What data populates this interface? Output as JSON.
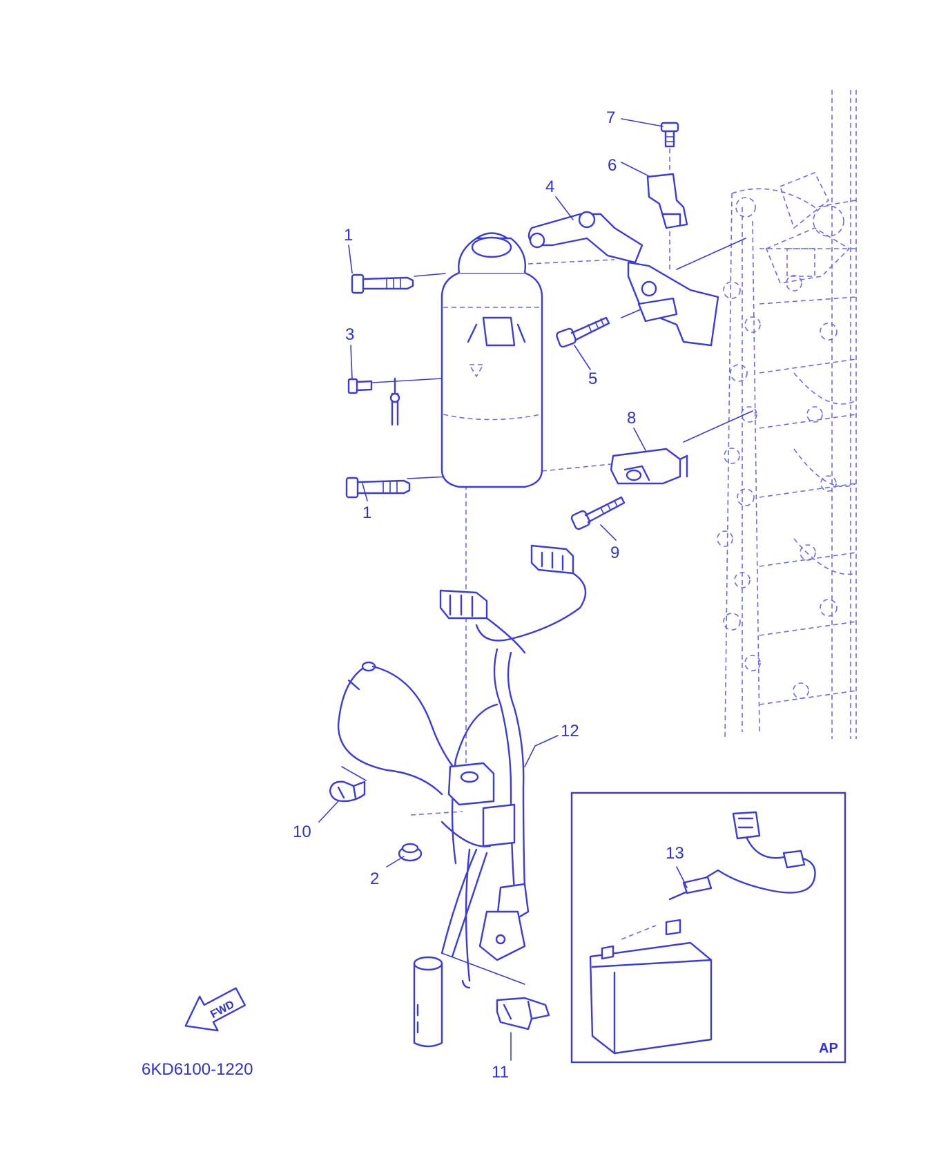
{
  "diagram": {
    "ink_color": "#3a3ae0",
    "callouts": [
      "1",
      "1",
      "2",
      "3",
      "4",
      "5",
      "6",
      "7",
      "8",
      "9",
      "10",
      "11",
      "12",
      "13"
    ],
    "part_code": "6KD6100-1220",
    "inset_tag": "AP",
    "arrow_text": "FWD"
  }
}
